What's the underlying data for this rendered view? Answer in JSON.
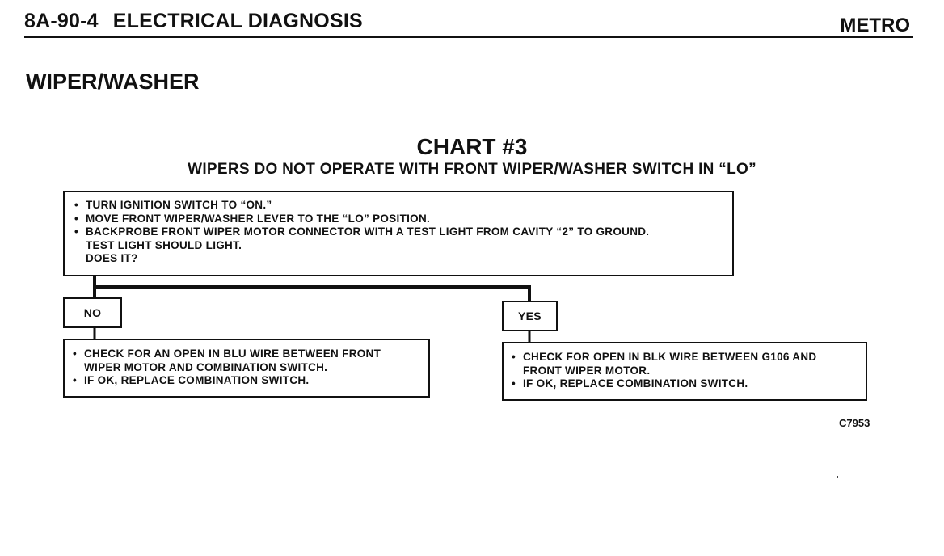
{
  "header": {
    "page_number": "8A-90-4",
    "section": "ELECTRICAL DIAGNOSIS",
    "model": "METRO"
  },
  "section_title": "WIPER/WASHER",
  "chart": {
    "title": "CHART #3",
    "subtitle": "WIPERS DO NOT OPERATE WITH FRONT WIPER/WASHER SWITCH IN “LO”"
  },
  "main_box": {
    "steps": [
      "TURN IGNITION SWITCH TO “ON.”",
      "MOVE FRONT WIPER/WASHER LEVER TO THE “LO” POSITION.",
      "BACKPROBE FRONT WIPER MOTOR CONNECTOR WITH A TEST LIGHT FROM CAVITY “2” TO GROUND."
    ],
    "continuation": [
      "TEST LIGHT SHOULD LIGHT.",
      "DOES IT?"
    ]
  },
  "branches": {
    "no": {
      "label": "NO",
      "steps": [
        "CHECK FOR AN OPEN IN BLU WIRE BETWEEN FRONT",
        "IF OK, REPLACE COMBINATION SWITCH."
      ],
      "step1_continuation": "WIPER MOTOR AND COMBINATION SWITCH."
    },
    "yes": {
      "label": "YES",
      "steps": [
        "CHECK FOR OPEN IN BLK WIRE BETWEEN G106 AND",
        "IF OK, REPLACE COMBINATION SWITCH."
      ],
      "step1_continuation": "FRONT WIPER MOTOR."
    }
  },
  "figure_code": "C7953",
  "colors": {
    "ink": "#111111",
    "background": "#ffffff"
  }
}
